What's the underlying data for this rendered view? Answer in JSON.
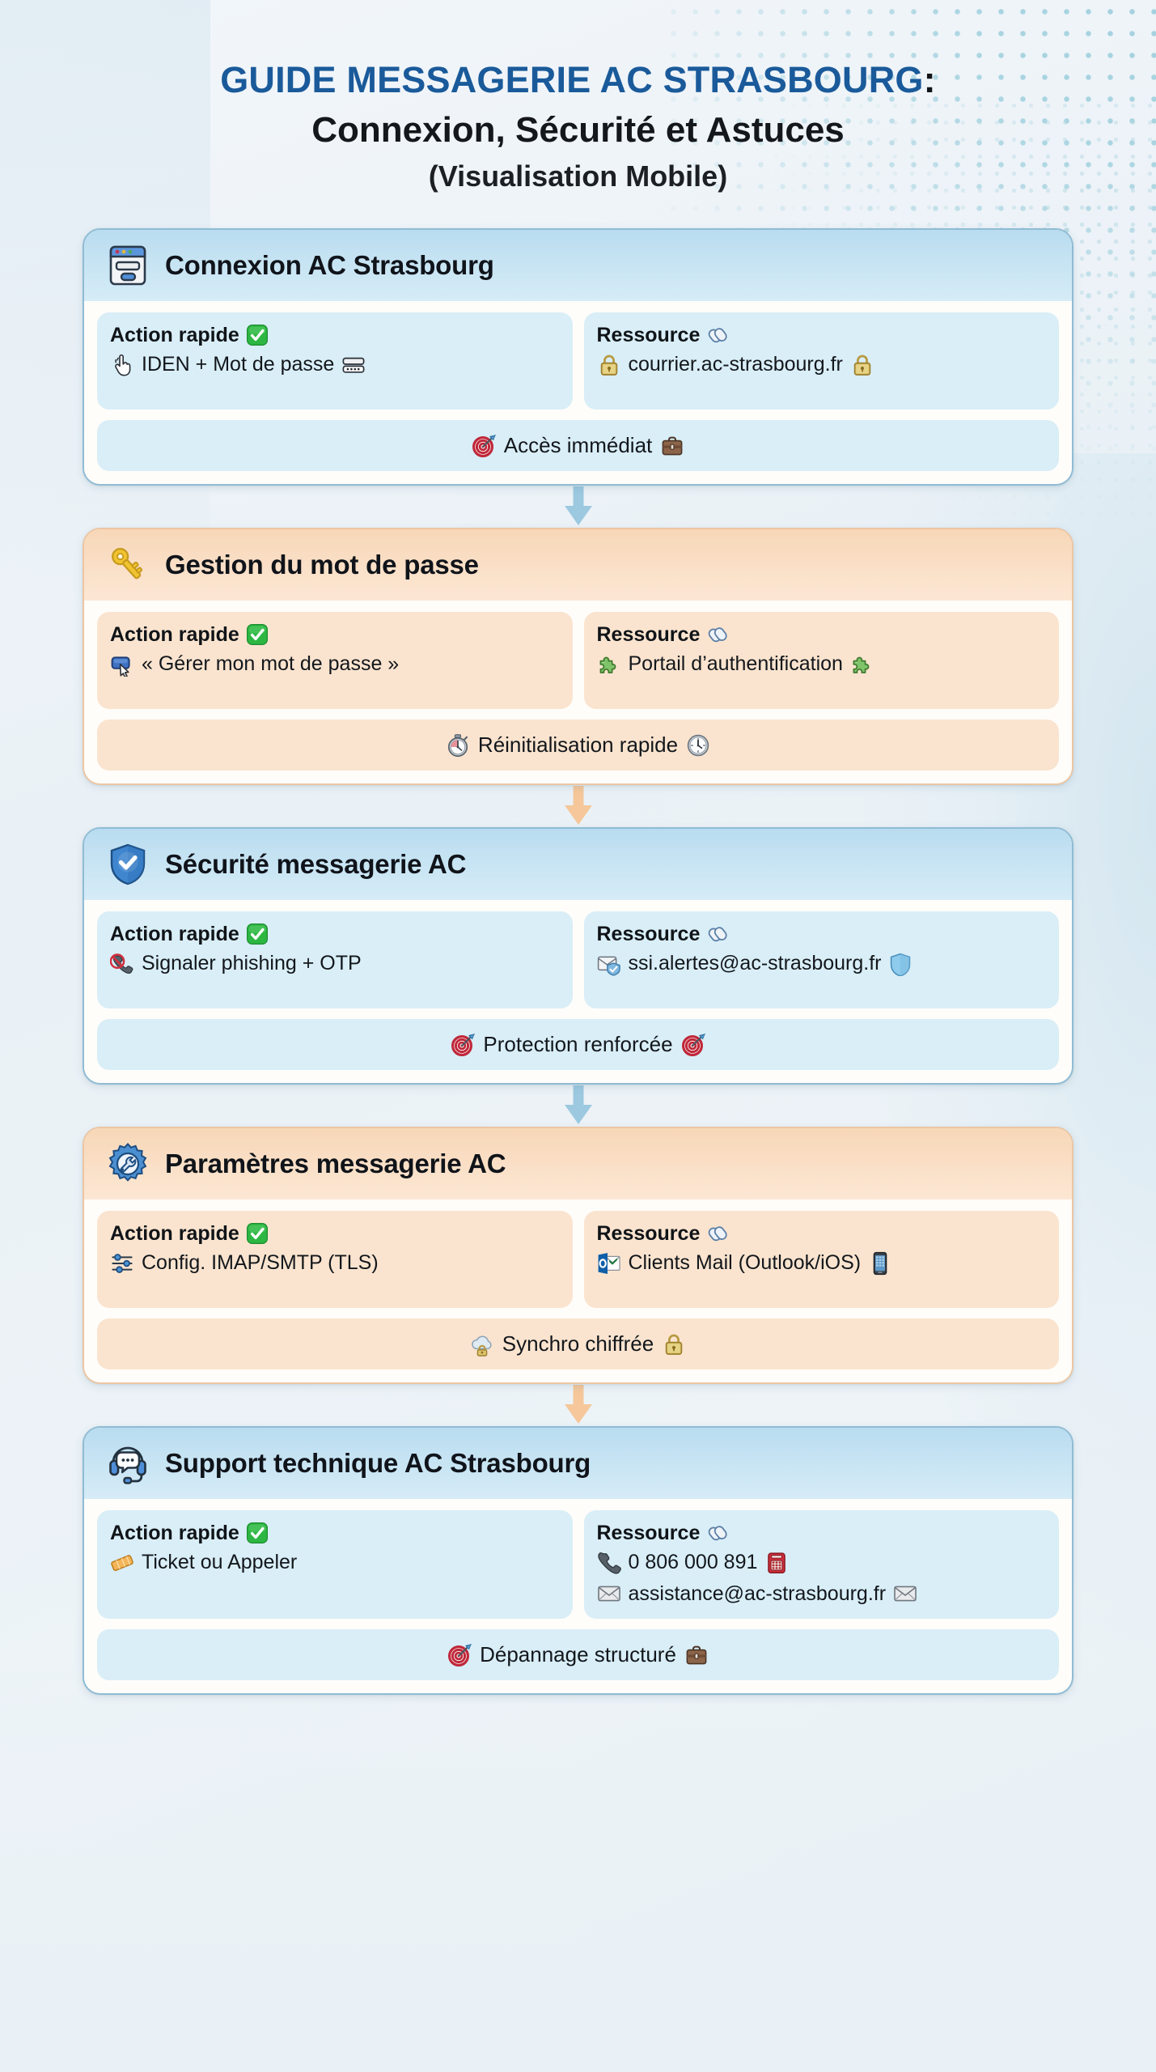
{
  "header": {
    "title_line1": "GUIDE MESSAGERIE AC STRASBOURG",
    "title_colon": ":",
    "title_line2": "Connexion, Sécurité et Astuces",
    "title_line3": "(Visualisation Mobile)"
  },
  "labels": {
    "action": "Action rapide",
    "resource": "Ressource"
  },
  "colors": {
    "title_blue": "#1a5a9a",
    "blue_header": "#b9dcf0",
    "blue_panel": "#d9eef7",
    "blue_border": "#8fbcd4",
    "peach_header": "#f7d7b7",
    "peach_panel": "#fae4cf",
    "peach_border": "#ecc6a3",
    "page_bg": "#eef3f7",
    "dot_pattern": "#9ecfdd"
  },
  "cards": [
    {
      "theme": "blue",
      "icon": "browser-login-window-icon",
      "title": "Connexion AC Strasbourg",
      "action_label": "Action rapide",
      "action_badge": "✅",
      "action_icon": "pointing-hand-icon",
      "action_text": "IDEN + Mot de passe",
      "action_trailing_icon": "password-field-icon",
      "resource_label": "Ressource",
      "resource_badge": "🔗",
      "resource_rows": [
        {
          "lead_icon": "padlock-icon",
          "text": "courrier.ac-strasbourg.fr",
          "trail_icon": "padlock-icon"
        }
      ],
      "footer_lead_icon": "dart-target-icon",
      "footer_text": "Accès immédiat",
      "footer_trail_icon": "briefcase-icon"
    },
    {
      "theme": "peach",
      "icon": "key-icon",
      "title": "Gestion du mot de passe",
      "action_label": "Action rapide",
      "action_badge": "✅",
      "action_icon": "cursor-click-button-icon",
      "action_text": "« Gérer mon mot de passe »",
      "action_trailing_icon": "",
      "resource_label": "Ressource",
      "resource_badge": "🔗",
      "resource_rows": [
        {
          "lead_icon": "puzzle-piece-icon",
          "text": "Portail d’authentification",
          "trail_icon": "puzzle-piece-icon"
        }
      ],
      "footer_lead_icon": "stopwatch-icon",
      "footer_text": "Réinitialisation rapide",
      "footer_trail_icon": "clock-icon"
    },
    {
      "theme": "blue",
      "icon": "shield-check-icon",
      "title": "Sécurité messagerie AC",
      "action_label": "Action rapide",
      "action_badge": "✅",
      "action_icon": "no-phishing-phone-icon",
      "action_text": "Signaler phishing + OTP",
      "action_trailing_icon": "",
      "resource_label": "Ressource",
      "resource_badge": "🔗",
      "resource_rows": [
        {
          "lead_icon": "secure-mail-icon",
          "text": "ssi.alertes@ac-strasbourg.fr",
          "trail_icon": "shield-icon"
        }
      ],
      "footer_lead_icon": "dart-target-icon",
      "footer_text": "Protection renforcée",
      "footer_trail_icon": "dart-target-icon"
    },
    {
      "theme": "peach",
      "icon": "gear-wrench-icon",
      "title": "Paramètres messagerie AC",
      "action_label": "Action rapide",
      "action_badge": "✅",
      "action_icon": "sliders-settings-icon",
      "action_text": "Config. IMAP/SMTP (TLS)",
      "action_trailing_icon": "",
      "resource_label": "Ressource",
      "resource_badge": "🔗",
      "resource_rows": [
        {
          "lead_icon": "outlook-app-icon",
          "text": "Clients Mail (Outlook/iOS)",
          "trail_icon": "mobile-phone-icon"
        }
      ],
      "footer_lead_icon": "cloud-lock-icon",
      "footer_text": "Synchro chiffrée",
      "footer_trail_icon": "padlock-icon"
    },
    {
      "theme": "blue",
      "icon": "headset-support-icon",
      "title": "Support technique AC Strasbourg",
      "action_label": "Action rapide",
      "action_badge": "✅",
      "action_icon": "ticket-phone-icon",
      "action_text": "Ticket ou Appeler",
      "action_trailing_icon": "",
      "resource_label": "Ressource",
      "resource_badge": "🔗",
      "resource_rows": [
        {
          "lead_icon": "telephone-receiver-icon",
          "text": "0 806 000 891",
          "trail_icon": "red-telephone-icon"
        },
        {
          "lead_icon": "envelope-icon",
          "text": "assistance@ac-strasbourg.fr",
          "trail_icon": "envelope-icon"
        }
      ],
      "footer_lead_icon": "dart-target-icon",
      "footer_text": "Dépannage structuré",
      "footer_trail_icon": "briefcase-icon"
    }
  ],
  "connectors": [
    {
      "color": "#9cc9e0",
      "direction": "down"
    },
    {
      "color": "#f5c79a",
      "direction": "down"
    },
    {
      "color": "#9cc9e0",
      "direction": "down"
    },
    {
      "color": "#f5c79a",
      "direction": "down"
    }
  ]
}
